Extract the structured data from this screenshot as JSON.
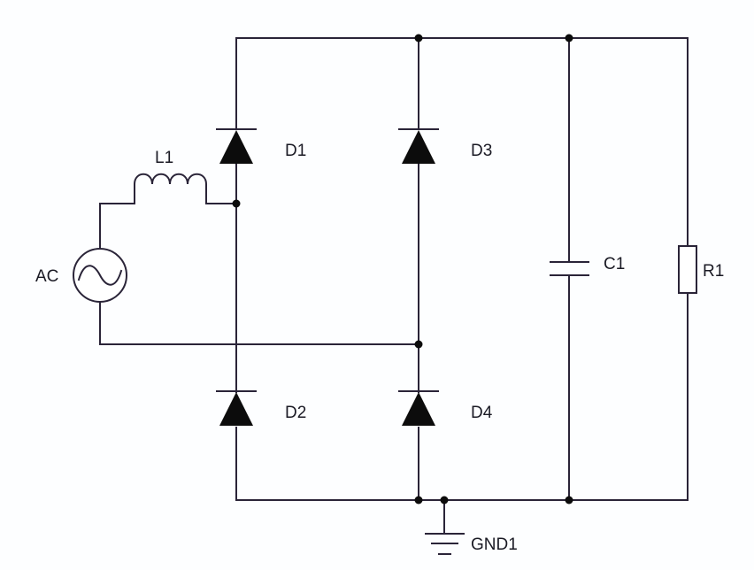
{
  "diagram": {
    "type": "circuit-schematic",
    "title": "Full-wave bridge rectifier with inductor input and capacitor filter",
    "colors": {
      "wire": "#2a2438",
      "component_fill": "#0c0c0c",
      "background": "#fdfeff"
    },
    "components": {
      "ac_source": {
        "label": "AC",
        "kind": "ac-voltage-source"
      },
      "inductor": {
        "label": "L1",
        "kind": "inductor"
      },
      "d1": {
        "label": "D1",
        "kind": "diode"
      },
      "d2": {
        "label": "D2",
        "kind": "diode"
      },
      "d3": {
        "label": "D3",
        "kind": "diode"
      },
      "d4": {
        "label": "D4",
        "kind": "diode"
      },
      "capacitor": {
        "label": "C1",
        "kind": "capacitor"
      },
      "resistor": {
        "label": "R1",
        "kind": "resistor"
      },
      "ground": {
        "label": "GND1",
        "kind": "ground"
      }
    },
    "connections": [
      [
        "AC",
        "L1"
      ],
      [
        "L1",
        "D1-anode"
      ],
      [
        "L1",
        "D2-cathode"
      ],
      [
        "AC",
        "D3-anode"
      ],
      [
        "AC",
        "D4-cathode"
      ],
      [
        "D1-cathode",
        "D3-cathode"
      ],
      [
        "D3-cathode",
        "C1"
      ],
      [
        "C1",
        "R1"
      ],
      [
        "D2-anode",
        "D4-anode"
      ],
      [
        "D4-anode",
        "GND1"
      ],
      [
        "GND1",
        "C1"
      ],
      [
        "C1",
        "R1"
      ]
    ]
  }
}
